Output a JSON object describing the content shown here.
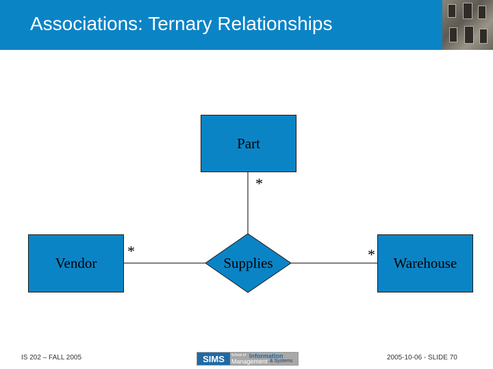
{
  "slide": {
    "title": "Associations: Ternary Relationships",
    "accent_color": "#0b84c6",
    "header_photo_icon": "building-photo"
  },
  "diagram": {
    "entities": {
      "part": "Part",
      "vendor": "Vendor",
      "supplies": "Supplies",
      "warehouse": "Warehouse"
    },
    "multiplicities": {
      "part": "*",
      "vendor": "*",
      "warehouse": "*"
    },
    "box_color": "#0b84c6"
  },
  "footer": {
    "course": "IS 202 – FALL 2005",
    "slide_info": "2005-10-06 - SLIDE 70",
    "logo": {
      "sims": "SIMS",
      "school_of": "School of",
      "information": "Information",
      "management": "Management",
      "systems": "& Systems"
    }
  }
}
